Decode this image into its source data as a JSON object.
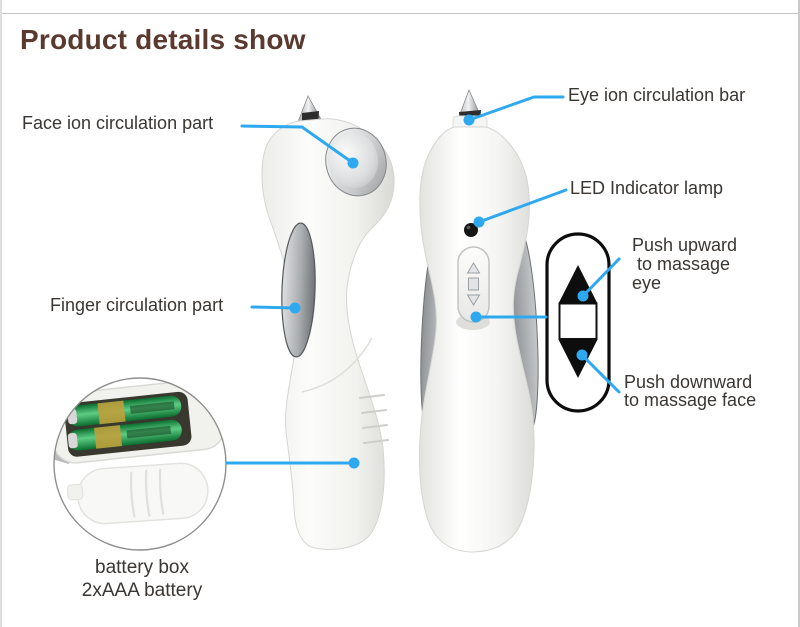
{
  "page": {
    "title": "Product details show"
  },
  "colors": {
    "title_text": "#5a392f",
    "label_text": "#3a3633",
    "callout_accent": "#2ea9f0",
    "diagram_outline": "#0d0d0d",
    "device_body": "#f4f4f2",
    "battery_green": "#169a4b",
    "battery_gold": "#bfa03c"
  },
  "callouts": {
    "face_ion": "Face ion circulation part",
    "eye_ion": "Eye ion circulation bar",
    "led": "LED Indicator lamp",
    "push_up": "Push upward\n to massage\neye",
    "push_down": "Push downward\nto massage face",
    "finger": "Finger circulation part",
    "battery": "battery box\n2xAAA battery"
  },
  "icons": {
    "up_arrow": "▲",
    "down_arrow": "▼"
  }
}
